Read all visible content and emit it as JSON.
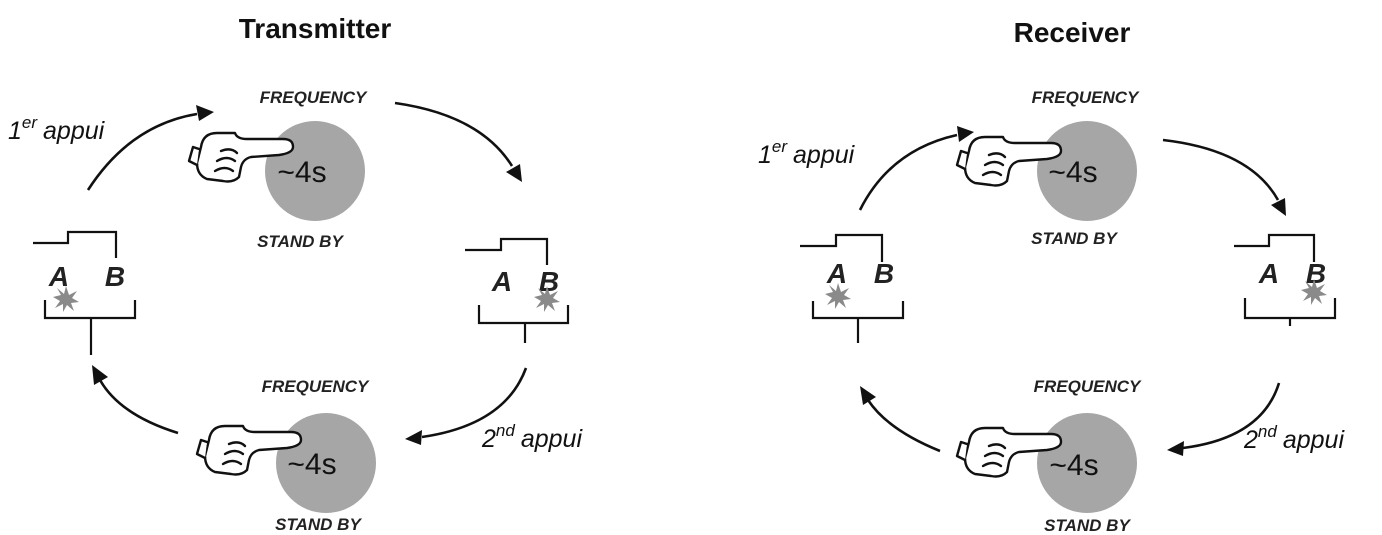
{
  "transmitter": {
    "title": "Transmitter",
    "top_label": "FREQUENCY",
    "top_timer": "~4s",
    "top_sub": "STAND BY",
    "bottom_label": "FREQUENCY",
    "bottom_timer": "~4s",
    "bottom_sub": "STAND BY",
    "first_press": {
      "num": "1",
      "sup": "er",
      "word": "appui"
    },
    "second_press": {
      "num": "2",
      "sup": "nd",
      "word": "appui"
    },
    "left_led": {
      "a": "A",
      "b": "B",
      "lit": "A"
    },
    "right_led": {
      "a": "A",
      "b": "B",
      "lit": "B"
    }
  },
  "receiver": {
    "title": "Receiver",
    "top_label": "FREQUENCY",
    "top_timer": "~4s",
    "top_sub": "STAND BY",
    "bottom_label": "FREQUENCY",
    "bottom_timer": "~4s",
    "bottom_sub": "STAND BY",
    "first_press": {
      "num": "1",
      "sup": "er",
      "word": "appui"
    },
    "second_press": {
      "num": "2",
      "sup": "nd",
      "word": "appui"
    },
    "left_led": {
      "a": "A",
      "b": "B",
      "lit": "A"
    },
    "right_led": {
      "a": "A",
      "b": "B",
      "lit": "B"
    }
  },
  "colors": {
    "ink": "#111111",
    "circle": "#a6a6a6",
    "spark": "#8a8a8a"
  },
  "icons": [
    "pointing-hand-icon",
    "spark-icon",
    "arrow-icon"
  ]
}
